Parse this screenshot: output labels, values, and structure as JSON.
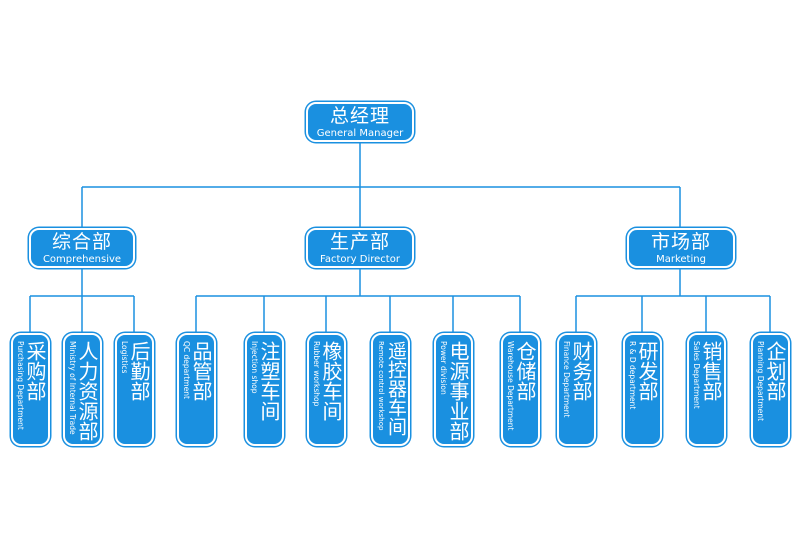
{
  "colors": {
    "box": "#1a90e0",
    "line": "#1a90e0"
  },
  "root": {
    "cn": "总经理",
    "en": "General Manager"
  },
  "divisions": [
    {
      "cn": "综合部",
      "en": "Comprehensive",
      "children": [
        {
          "cn": "采购部",
          "en": "Purchasing Department"
        },
        {
          "cn": "人力资源部",
          "en": "Ministry of Internal Trade"
        },
        {
          "cn": "后勤部",
          "en": "Logistics"
        }
      ]
    },
    {
      "cn": "生产部",
      "en": "Factory Director",
      "children": [
        {
          "cn": "品管部",
          "en": "QC department"
        },
        {
          "cn": "注塑车间",
          "en": "Injection shop"
        },
        {
          "cn": "橡胶车间",
          "en": "Rubber workshop"
        },
        {
          "cn": "遥控器车间",
          "en": "Remote control workshop"
        },
        {
          "cn": "电源事业部",
          "en": "Power division"
        },
        {
          "cn": "仓储部",
          "en": "Warehouse Department"
        }
      ]
    },
    {
      "cn": "市场部",
      "en": "Marketing",
      "children": [
        {
          "cn": "财务部",
          "en": "Finance Department"
        },
        {
          "cn": "研发部",
          "en": "R & D department"
        },
        {
          "cn": "销售部",
          "en": "Sales Department"
        },
        {
          "cn": "企划部",
          "en": "Planning Department"
        }
      ]
    }
  ]
}
